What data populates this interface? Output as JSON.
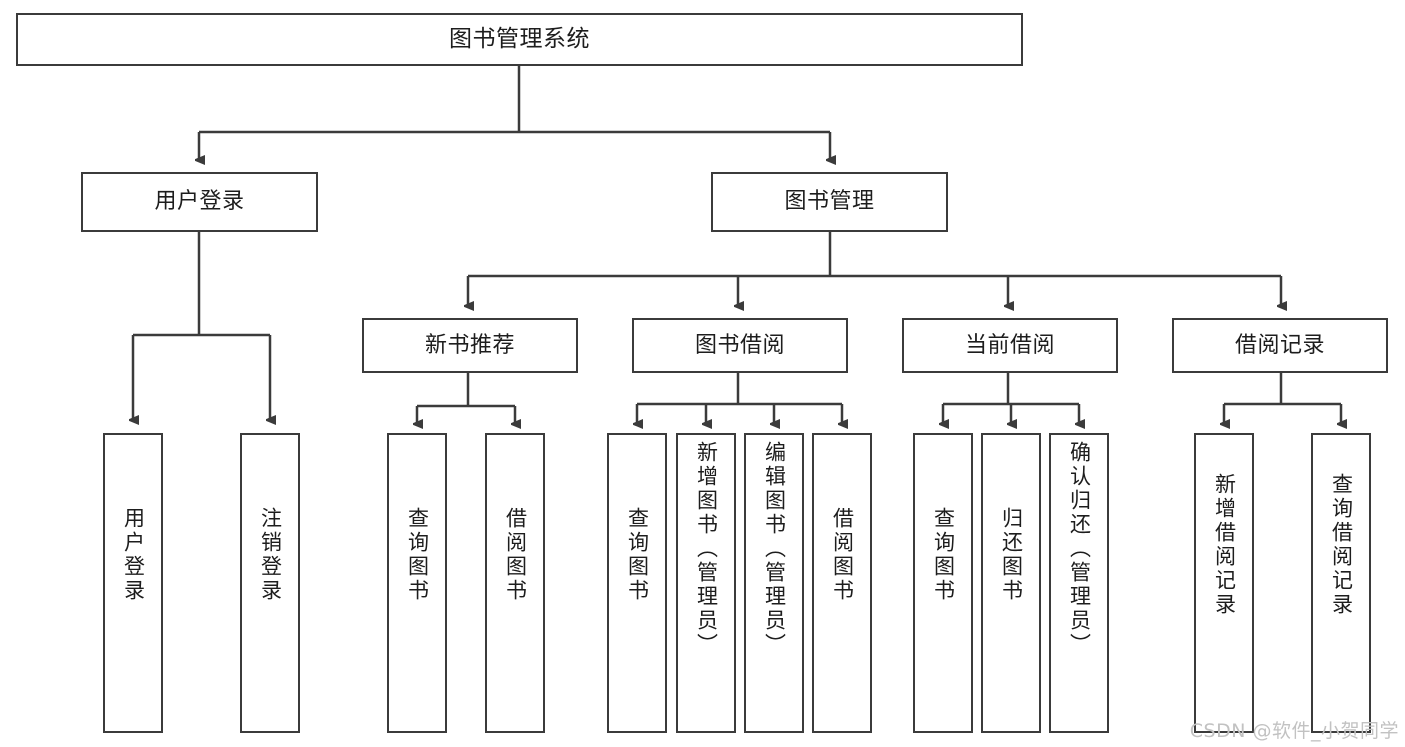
{
  "diagram": {
    "title": "图书管理系统",
    "type": "tree",
    "watermark": "CSDN @软件_小贺同学",
    "colors": {
      "box_border": "#3b3b3b",
      "box_fill": "#ffffff",
      "connector": "#3b3b3b",
      "text": "#1d1d1d",
      "watermark": "#c2c2c2"
    },
    "root": {
      "label": "图书管理系统"
    },
    "level2": [
      {
        "label": "用户登录"
      },
      {
        "label": "图书管理"
      }
    ],
    "level3": [
      {
        "label": "新书推荐"
      },
      {
        "label": "图书借阅"
      },
      {
        "label": "当前借阅"
      },
      {
        "label": "借阅记录"
      }
    ],
    "leaves": {
      "user_login": [
        {
          "label": "用户登录"
        },
        {
          "label": "注销登录"
        }
      ],
      "new_book": [
        {
          "label": "查询图书"
        },
        {
          "label": "借阅图书"
        }
      ],
      "book_borrow": [
        {
          "label": "查询图书"
        },
        {
          "label": "新增图书（管理员）"
        },
        {
          "label": "编辑图书（管理员）"
        },
        {
          "label": "借阅图书"
        }
      ],
      "current_borrow": [
        {
          "label": "查询图书"
        },
        {
          "label": "归还图书"
        },
        {
          "label": "确认归还（管理员）"
        }
      ],
      "borrow_record": [
        {
          "label": "新增借阅记录"
        },
        {
          "label": "查询借阅记录"
        }
      ]
    }
  }
}
